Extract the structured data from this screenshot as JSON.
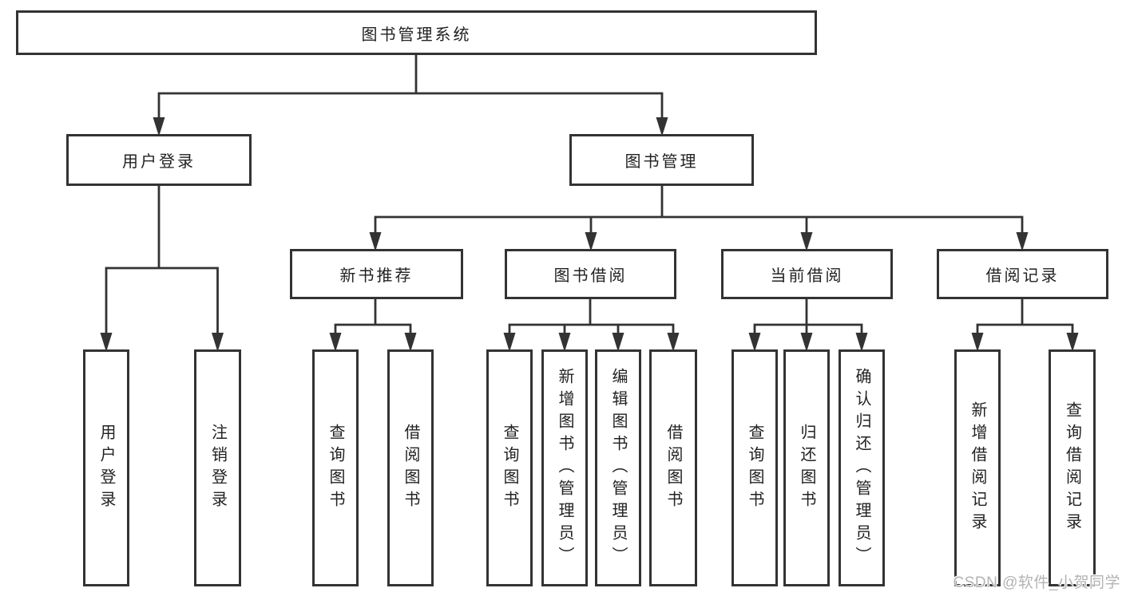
{
  "colors": {
    "line": "#333333",
    "text": "#222222",
    "box_fill": "#ffffff",
    "watermark": "#b3b3b3",
    "background": "#ffffff"
  },
  "watermark": {
    "text": "CSDN @软件_小贺同学"
  },
  "tree": {
    "label": "图书管理系统",
    "children": [
      {
        "label": "用户登录",
        "children": [
          {
            "label": "用户登录"
          },
          {
            "label": "注销登录"
          }
        ]
      },
      {
        "label": "图书管理",
        "children": [
          {
            "label": "新书推荐",
            "children": [
              {
                "label": "查询图书"
              },
              {
                "label": "借阅图书"
              }
            ]
          },
          {
            "label": "图书借阅",
            "children": [
              {
                "label": "查询图书"
              },
              {
                "label": "新增图书（管理员）"
              },
              {
                "label": "编辑图书（管理员）"
              },
              {
                "label": "借阅图书"
              }
            ]
          },
          {
            "label": "当前借阅",
            "children": [
              {
                "label": "查询图书"
              },
              {
                "label": "归还图书"
              },
              {
                "label": "确认归还（管理员）"
              }
            ]
          },
          {
            "label": "借阅记录",
            "children": [
              {
                "label": "新增借阅记录"
              },
              {
                "label": "查询借阅记录"
              }
            ]
          }
        ]
      }
    ]
  }
}
